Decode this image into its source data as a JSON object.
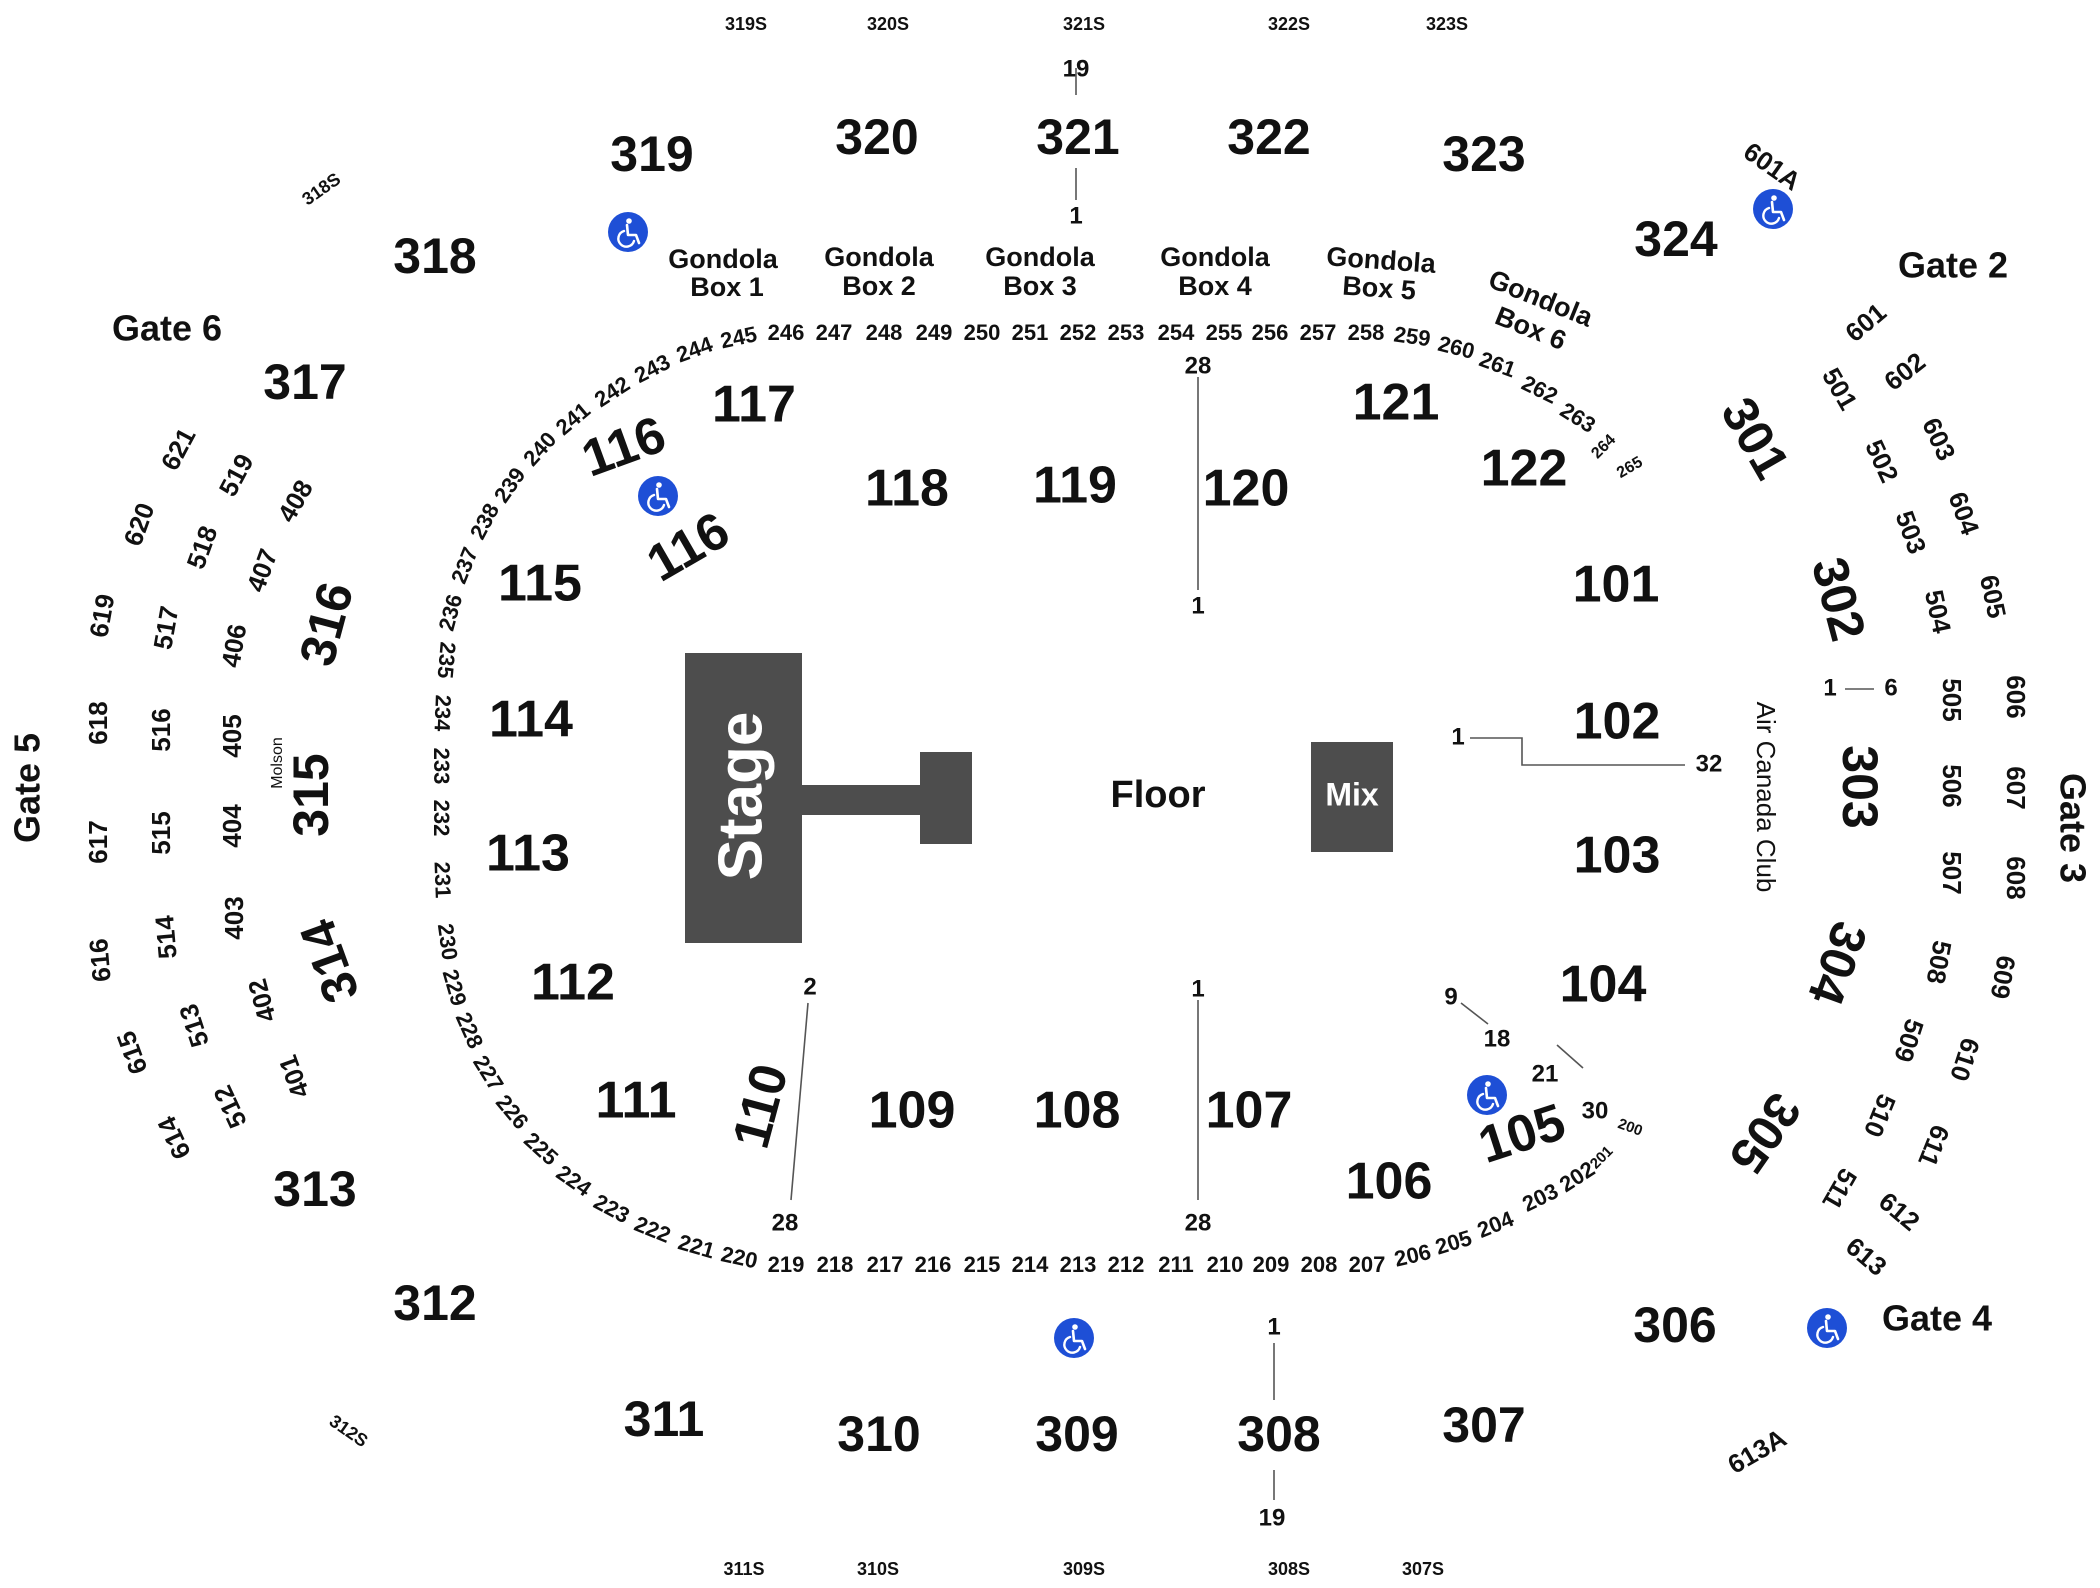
{
  "colors": {
    "stage_fill": "#4d4d4d",
    "accessible_fill": "#1e4fd6",
    "text": "#111111",
    "background": "#ffffff"
  },
  "icons": {
    "accessible": "wheelchair-icon"
  },
  "stage": {
    "label": "Stage"
  },
  "floor": {
    "label": "Floor"
  },
  "mix": {
    "label": "Mix"
  },
  "club": {
    "label": "Air Canada Club"
  },
  "molson": {
    "label": "Molson"
  },
  "gates": {
    "gate2": "Gate 2",
    "gate3": "Gate 3",
    "gate4": "Gate 4",
    "gate5": "Gate 5",
    "gate6": "Gate 6"
  },
  "gondola_boxes": [
    {
      "line1": "Gondola",
      "line2": "Box 1"
    },
    {
      "line1": "Gondola",
      "line2": "Box 2"
    },
    {
      "line1": "Gondola",
      "line2": "Box 3"
    },
    {
      "line1": "Gondola",
      "line2": "Box 4"
    },
    {
      "line1": "Gondola",
      "line2": "Box 5"
    },
    {
      "line1": "Gondola",
      "line2": "Box 6"
    }
  ],
  "sections_100": [
    "101",
    "102",
    "103",
    "104",
    "105",
    "106",
    "107",
    "108",
    "109",
    "110",
    "111",
    "112",
    "113",
    "114",
    "115",
    "116",
    "116",
    "117",
    "118",
    "119",
    "120",
    "121",
    "122"
  ],
  "sections_200": [
    "200",
    "201",
    "202",
    "203",
    "204",
    "205",
    "206",
    "207",
    "208",
    "209",
    "210",
    "211",
    "212",
    "213",
    "214",
    "215",
    "216",
    "217",
    "218",
    "219",
    "220",
    "221",
    "222",
    "223",
    "224",
    "225",
    "226",
    "227",
    "228",
    "229",
    "230",
    "231",
    "232",
    "233",
    "234",
    "235",
    "236",
    "237",
    "238",
    "239",
    "240",
    "241",
    "242",
    "243",
    "244",
    "245",
    "246",
    "247",
    "248",
    "249",
    "250",
    "251",
    "252",
    "253",
    "254",
    "255",
    "256",
    "257",
    "258",
    "259",
    "260",
    "261",
    "262",
    "263",
    "264",
    "265"
  ],
  "sections_300": [
    "301",
    "302",
    "303",
    "304",
    "305",
    "306",
    "307",
    "308",
    "309",
    "310",
    "311",
    "312",
    "313",
    "314",
    "315",
    "316",
    "317",
    "318",
    "319",
    "320",
    "321",
    "322",
    "323",
    "324"
  ],
  "sections_300s": [
    "307S",
    "308S",
    "309S",
    "310S",
    "311S",
    "312S",
    "318S",
    "319S",
    "320S",
    "321S",
    "322S",
    "323S"
  ],
  "sections_400": [
    "401",
    "402",
    "403",
    "404",
    "405",
    "406",
    "407",
    "408"
  ],
  "sections_500": [
    "501",
    "502",
    "503",
    "504",
    "505",
    "506",
    "507",
    "508",
    "509",
    "510",
    "511",
    "512",
    "513",
    "514",
    "515",
    "516",
    "517",
    "518",
    "519"
  ],
  "sections_600": [
    "601",
    "602",
    "603",
    "604",
    "605",
    "606",
    "607",
    "608",
    "609",
    "610",
    "611",
    "612",
    "613",
    "614",
    "615",
    "616",
    "617",
    "618",
    "619",
    "620",
    "621"
  ],
  "sections_special": [
    "601A",
    "613A"
  ],
  "row_labels": [
    "19",
    "1",
    "28",
    "1",
    "1",
    "32",
    "2",
    "28",
    "1",
    "28",
    "9",
    "18",
    "21",
    "30",
    "1",
    "19",
    "1",
    "6"
  ]
}
